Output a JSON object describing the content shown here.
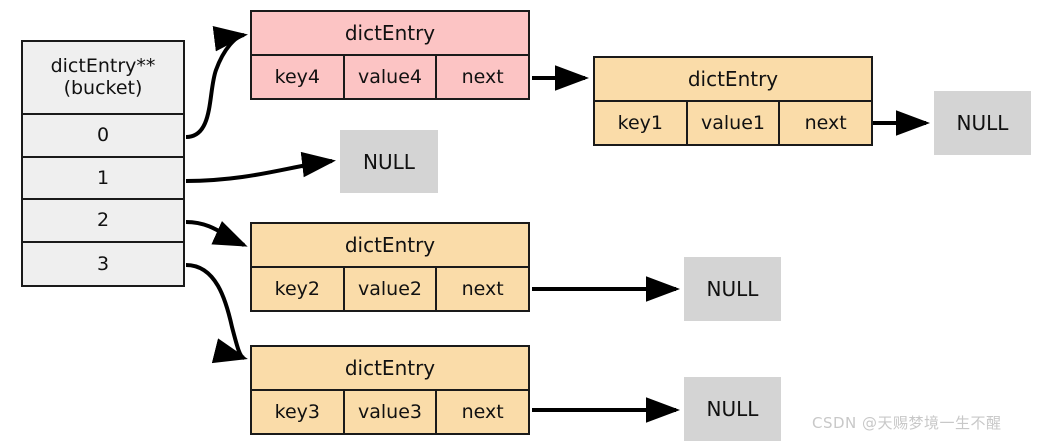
{
  "diagram": {
    "title": "dictEntry hash bucket chaining diagram",
    "colors": {
      "pink_node": "#fcc4c4",
      "orange_node": "#fadca9",
      "bucket_fill": "#efefef",
      "null_fill": "#d4d4d4",
      "stroke": "#1a1a1a",
      "watermark": "#c8c8c8"
    }
  },
  "bucket": {
    "header_line1": "dictEntry**",
    "header_line2": "(bucket)",
    "indexes": [
      "0",
      "1",
      "2",
      "3"
    ]
  },
  "nodes": [
    {
      "id": "entry-key4",
      "title": "dictEntry",
      "key": "key4",
      "value": "value4",
      "next": "next",
      "color": "pink"
    },
    {
      "id": "entry-key1",
      "title": "dictEntry",
      "key": "key1",
      "value": "value1",
      "next": "next",
      "color": "orange"
    },
    {
      "id": "entry-key2",
      "title": "dictEntry",
      "key": "key2",
      "value": "value2",
      "next": "next",
      "color": "orange"
    },
    {
      "id": "entry-key3",
      "title": "dictEntry",
      "key": "key3",
      "value": "value3",
      "next": "next",
      "color": "orange"
    }
  ],
  "null_boxes": [
    {
      "id": "null-bucket1",
      "label": "NULL"
    },
    {
      "id": "null-key1",
      "label": "NULL"
    },
    {
      "id": "null-key2",
      "label": "NULL"
    },
    {
      "id": "null-key3",
      "label": "NULL"
    }
  ],
  "watermark": {
    "text": "CSDN @天赐梦境一生不醒"
  }
}
